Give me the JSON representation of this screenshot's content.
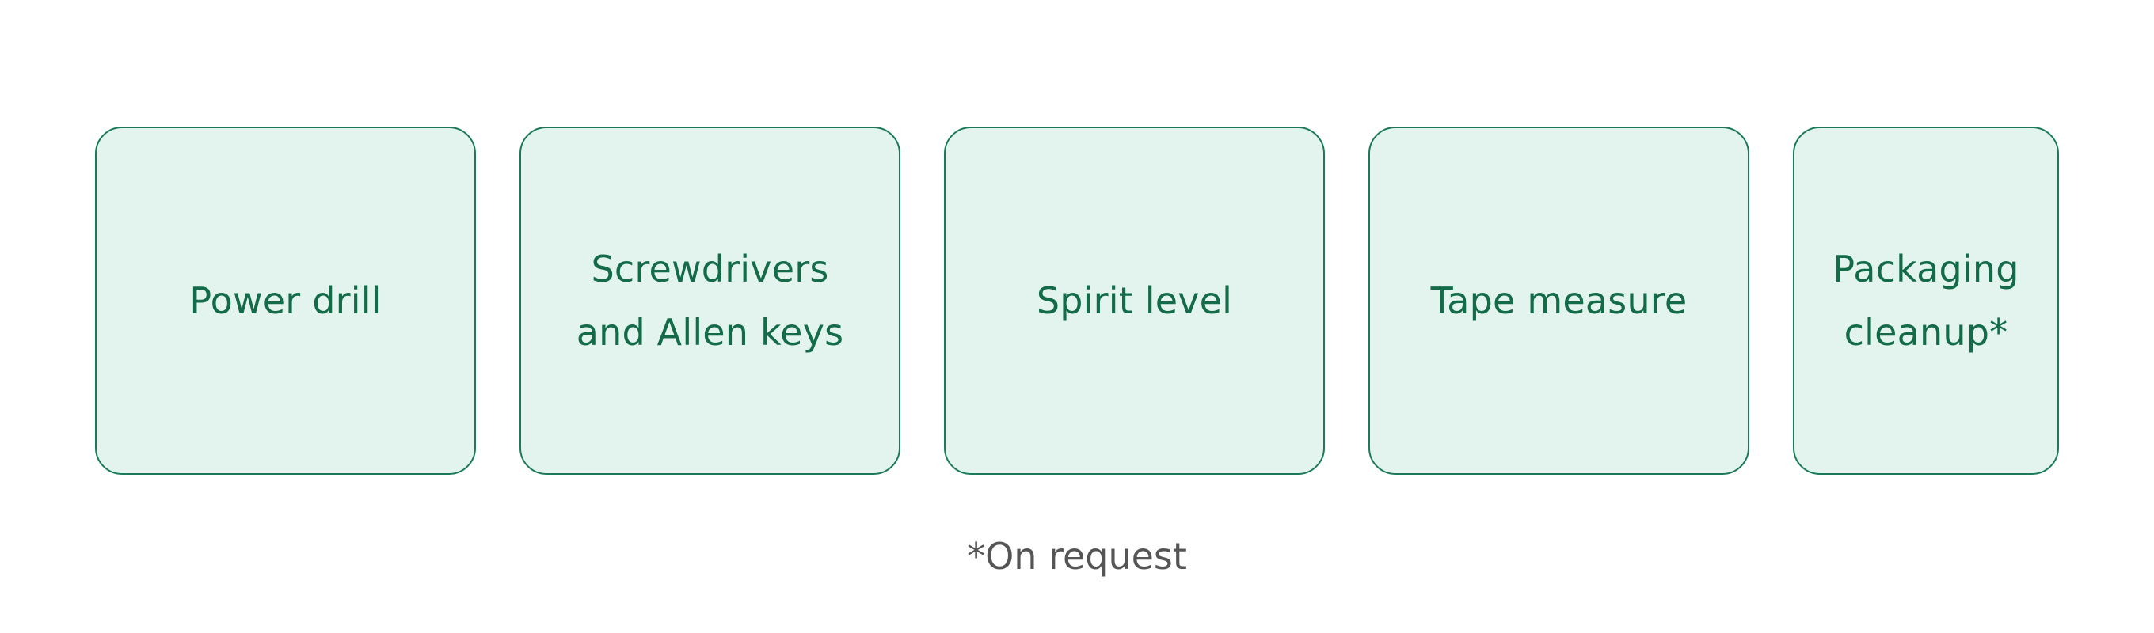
{
  "cards": [
    {
      "label": "Power drill"
    },
    {
      "label": "Screwdrivers\nand Allen keys"
    },
    {
      "label": "Spirit level"
    },
    {
      "label": "Tape measure"
    },
    {
      "label": "Packaging\ncleanup*"
    }
  ],
  "footnote": "*On request",
  "colors": {
    "card_fill": "#e2f4ed",
    "card_border": "#1c7a58",
    "card_text": "#146b4a",
    "footnote_text": "#555555"
  }
}
